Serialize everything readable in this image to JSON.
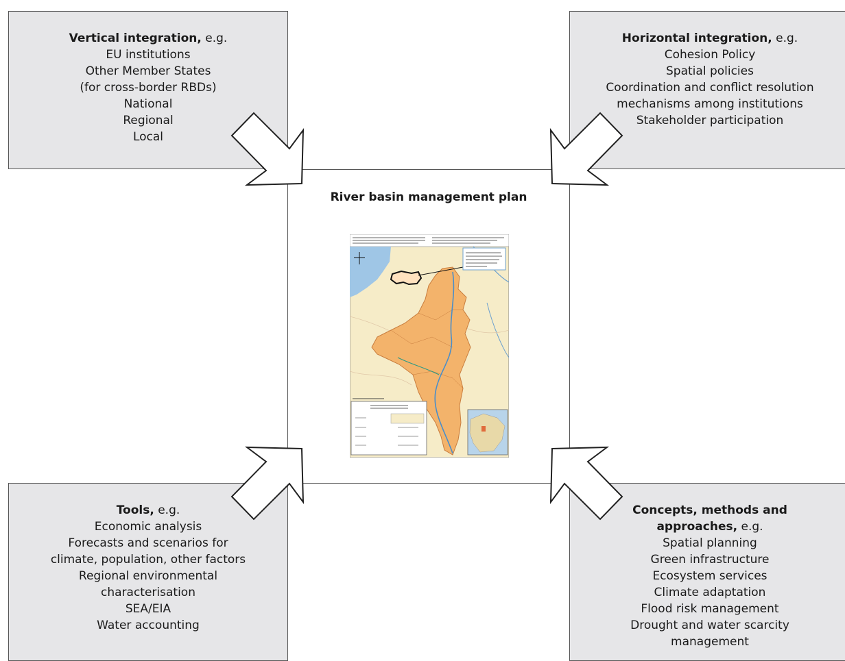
{
  "vertical": {
    "heading": "Vertical integration,",
    "suffix": " e.g.",
    "items": [
      "EU institutions",
      "Other Member States",
      "(for cross-border RBDs)",
      "National",
      "Regional",
      "Local"
    ]
  },
  "horizontal": {
    "heading": "Horizontal integration,",
    "suffix": " e.g.",
    "items": [
      "Cohesion Policy",
      "Spatial policies",
      "Coordination and conflict resolution",
      "mechanisms among institutions",
      "Stakeholder participation"
    ]
  },
  "tools": {
    "heading": "Tools,",
    "suffix": " e.g.",
    "items": [
      "Economic analysis",
      "Forecasts and scenarios for",
      "climate, population, other factors",
      "Regional environmental",
      "characterisation",
      "SEA/EIA",
      "Water accounting"
    ]
  },
  "concepts": {
    "heading_line1": "Concepts, methods and",
    "heading_line2": "approaches,",
    "suffix": " e.g.",
    "items": [
      "Spatial planning",
      "Green infrastructure",
      "Ecosystem services",
      "Climate adaptation",
      "Flood risk management",
      "Drought and water scarcity",
      "management"
    ]
  },
  "center": {
    "title": "River basin management plan"
  },
  "colors": {
    "box_fill": "#e6e6e8",
    "border": "#555555",
    "basin_fill": "#f3b36b",
    "sea": "#9fc6e6",
    "land": "#f6ecc8"
  }
}
